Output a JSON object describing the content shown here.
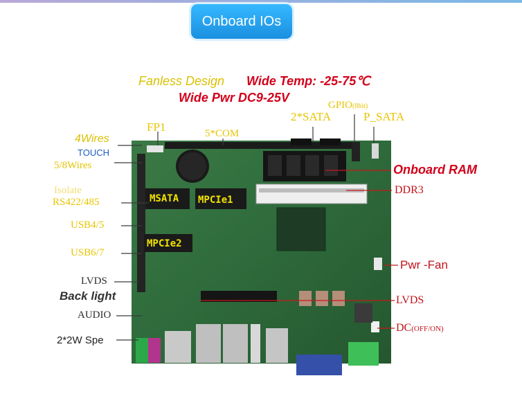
{
  "header": {
    "title": "Onboard IOs"
  },
  "features": {
    "fanless": "Fanless Design",
    "temp": "Wide Temp: -25-75℃",
    "power": "Wide Pwr DC9-25V"
  },
  "labels": {
    "fp1": "FP1",
    "com": "5*COM",
    "sata": "2*SATA",
    "gpio": "GPIO",
    "gpio_note": "(8bit)",
    "psata": "P_SATA",
    "wires4": "4Wires",
    "touch": "TOUCH",
    "wires58": "5/8Wires",
    "isolate": "Isolate",
    "rs422": "RS422/485",
    "usb45": "USB4/5",
    "usb67": "USB6/7",
    "lvds_left": "LVDS",
    "backlight": "Back light",
    "audio": "AUDIO",
    "spe": "2*2W Spe",
    "ram": "Onboard RAM",
    "ddr3": "DDR3",
    "pwrfan": "Pwr -Fan",
    "lvds_right": "LVDS",
    "dc": "DC",
    "dc_note": "(OFF/ON)",
    "msata": "MSATA",
    "mpcie1": "MPCIe1",
    "mpcie2": "MPCIe2"
  },
  "colors": {
    "board": "#2f6b3c",
    "badge": "#2aa6f2",
    "yellow": "#e8c400",
    "red": "#d2001a"
  }
}
